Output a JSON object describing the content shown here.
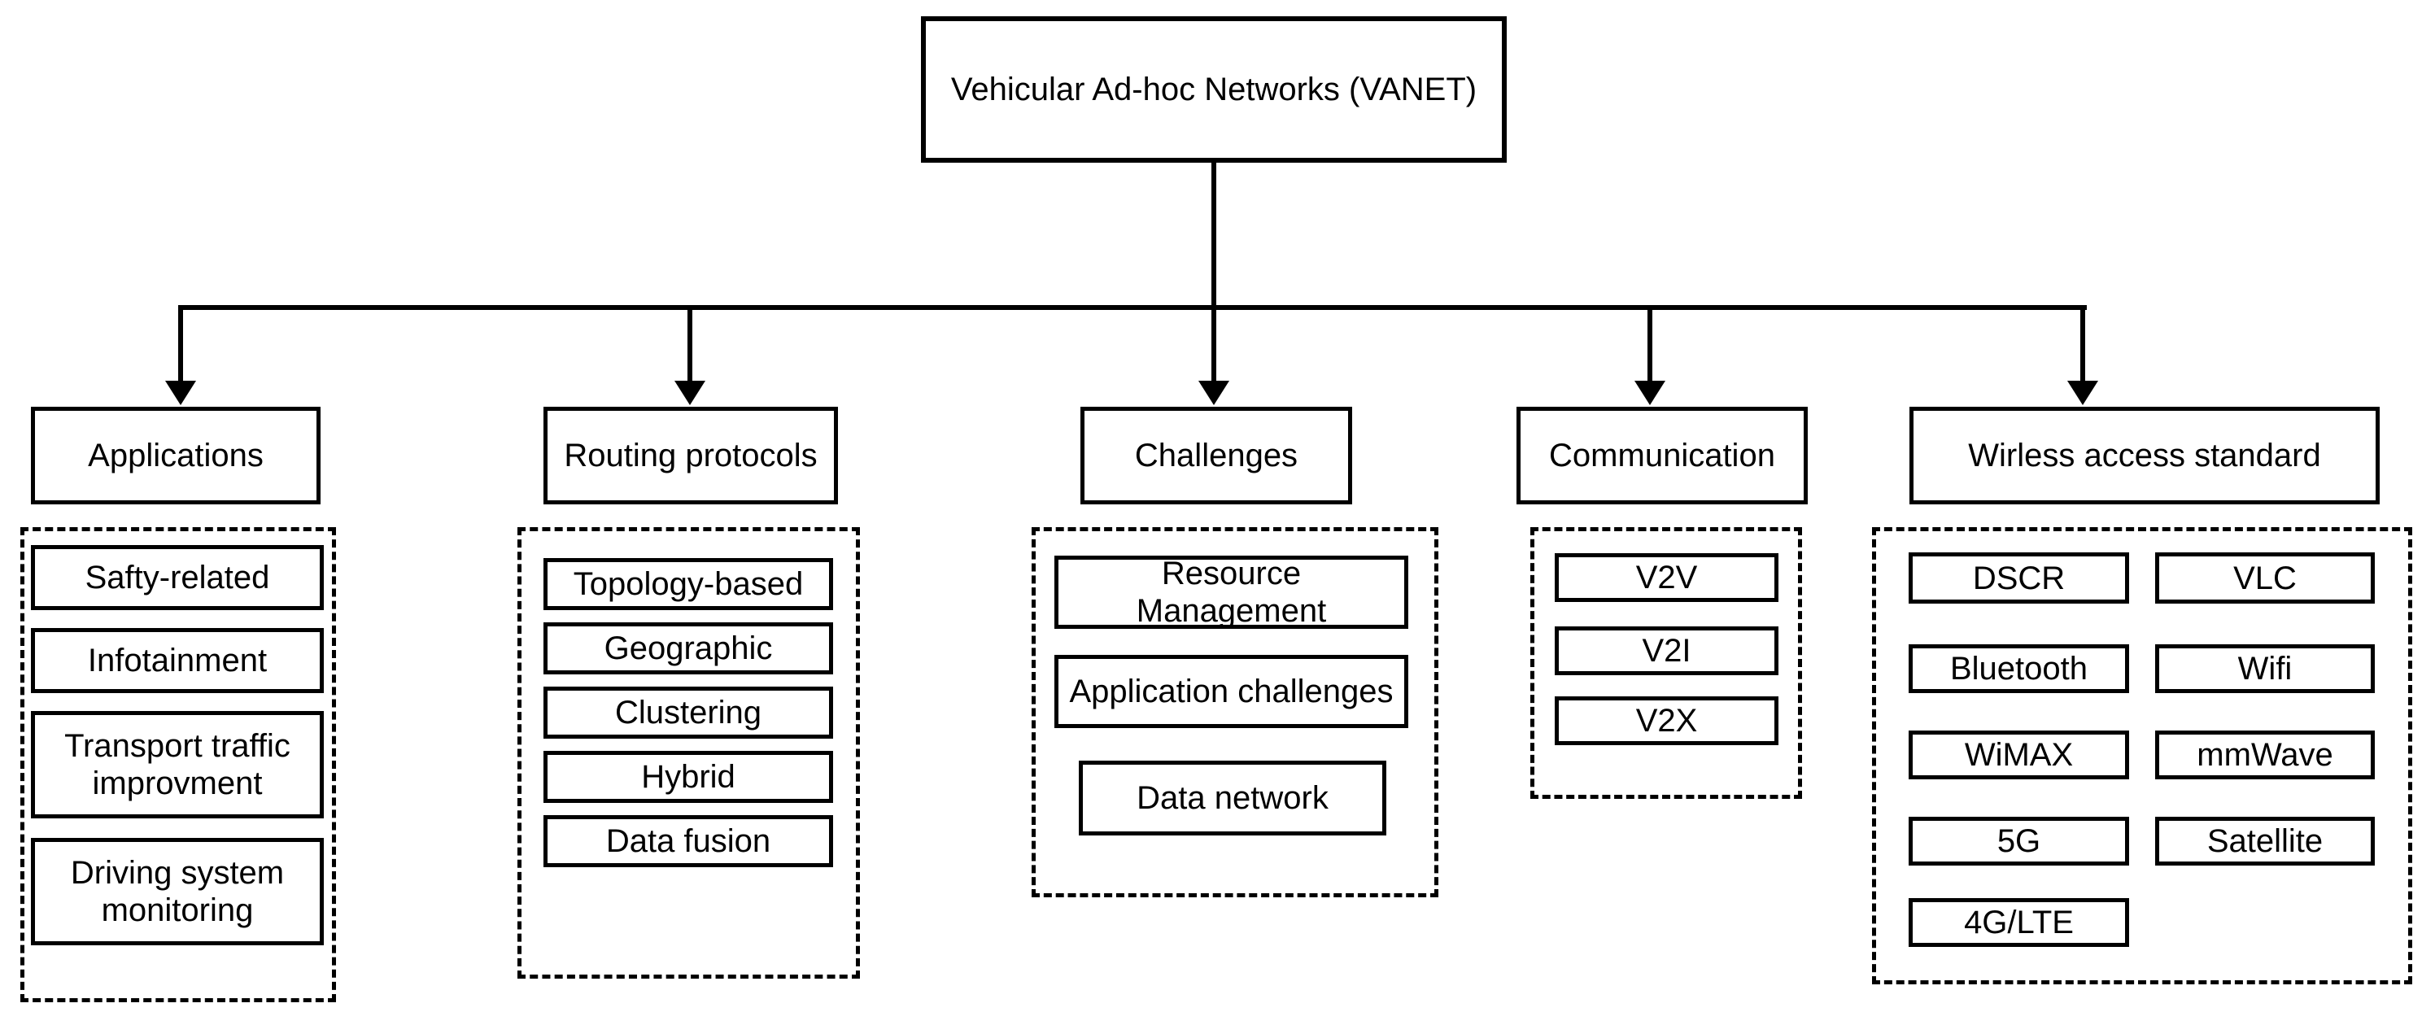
{
  "diagram_title": "Vehicular Ad-hoc Networks (VANET) taxonomy",
  "colors": {
    "line": "#000000",
    "background": "#ffffff",
    "text": "#000000"
  },
  "root": {
    "label": "Vehicular Ad-hoc Networks (VANET)"
  },
  "branches": [
    {
      "id": "applications",
      "label": "Applications",
      "children": [
        "Safty-related",
        "Infotainment",
        "Transport traffic improvment",
        "Driving system monitoring"
      ]
    },
    {
      "id": "routing-protocols",
      "label": "Routing protocols",
      "children": [
        "Topology-based",
        "Geographic",
        "Clustering",
        "Hybrid",
        "Data fusion"
      ]
    },
    {
      "id": "challenges",
      "label": "Challenges",
      "children": [
        "Resource Management",
        "Application challenges",
        "Data network"
      ]
    },
    {
      "id": "communication",
      "label": "Communication",
      "children": [
        "V2V",
        "V2I",
        "V2X"
      ]
    },
    {
      "id": "wireless-access-standard",
      "label": "Wirless access standard",
      "children": [
        "DSCR",
        "VLC",
        "Bluetooth",
        "Wifi",
        "WiMAX",
        "mmWave",
        "5G",
        "Satellite",
        "4G/LTE"
      ]
    }
  ]
}
